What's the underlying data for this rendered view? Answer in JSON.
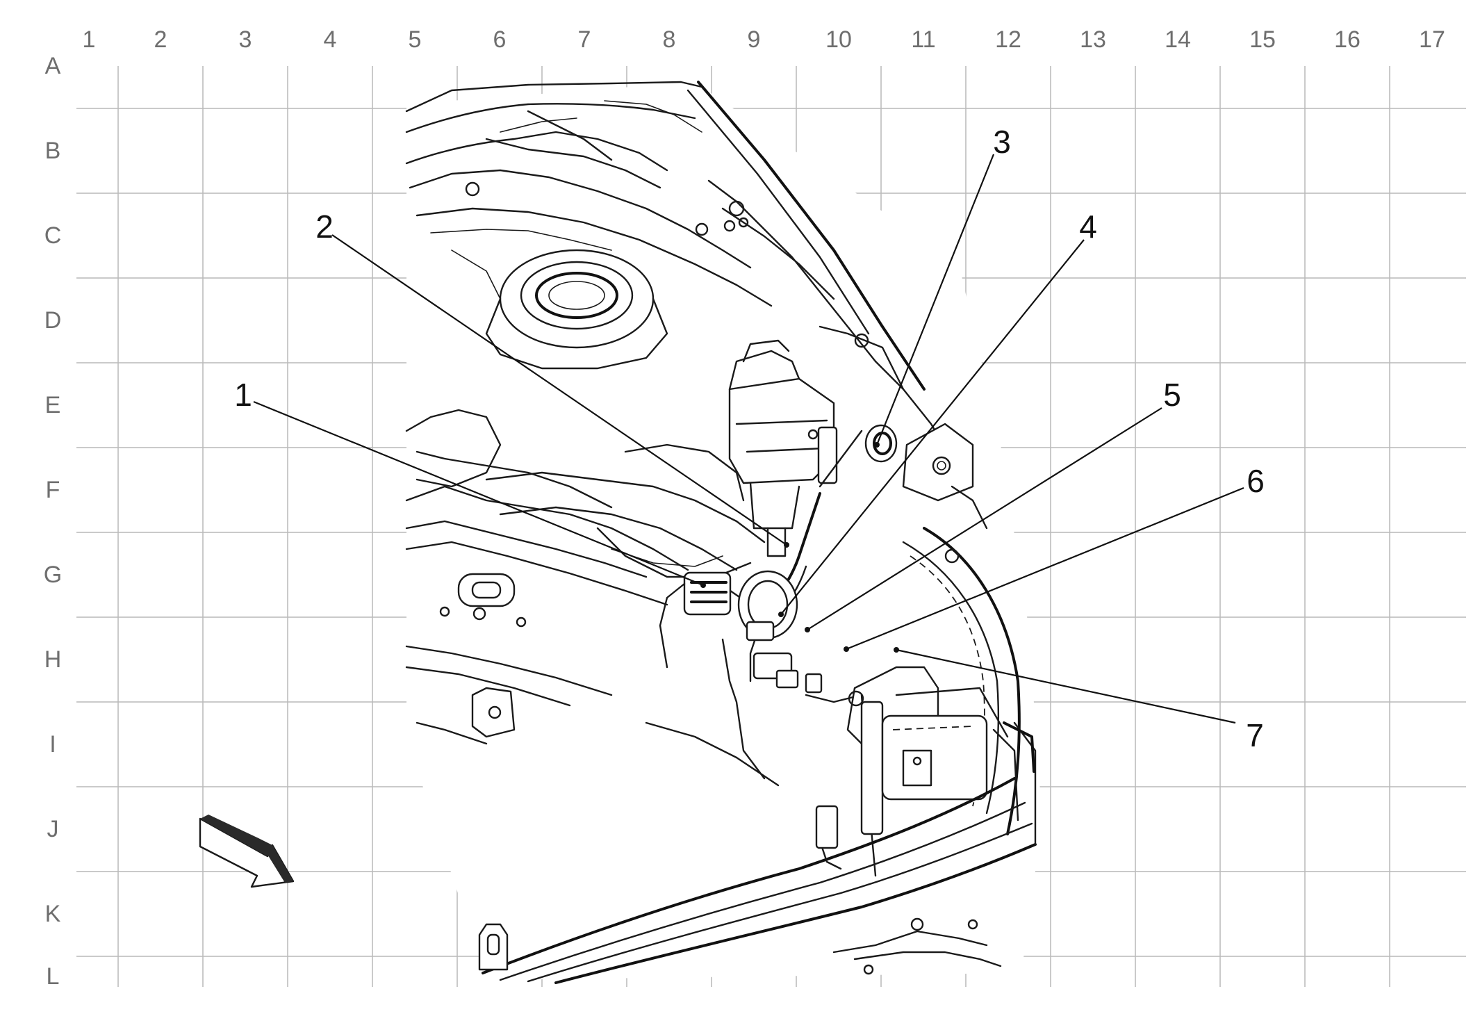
{
  "grid": {
    "columns": [
      "1",
      "2",
      "3",
      "4",
      "5",
      "6",
      "7",
      "8",
      "9",
      "10",
      "11",
      "12",
      "13",
      "14",
      "15",
      "16",
      "17"
    ],
    "rows": [
      "A",
      "B",
      "C",
      "D",
      "E",
      "F",
      "G",
      "H",
      "I",
      "J",
      "K",
      "L"
    ]
  },
  "callouts": [
    {
      "id": "1",
      "label": "1"
    },
    {
      "id": "2",
      "label": "2"
    },
    {
      "id": "3",
      "label": "3"
    },
    {
      "id": "4",
      "label": "4"
    },
    {
      "id": "5",
      "label": "5"
    },
    {
      "id": "6",
      "label": "6"
    },
    {
      "id": "7",
      "label": "7"
    }
  ],
  "orientation_arrow": {
    "icon": "direction-arrow-icon"
  },
  "colors": {
    "line": "#111111",
    "grid": "#b9b9b9",
    "grid_label": "#6e6e6e",
    "background": "#ffffff"
  }
}
